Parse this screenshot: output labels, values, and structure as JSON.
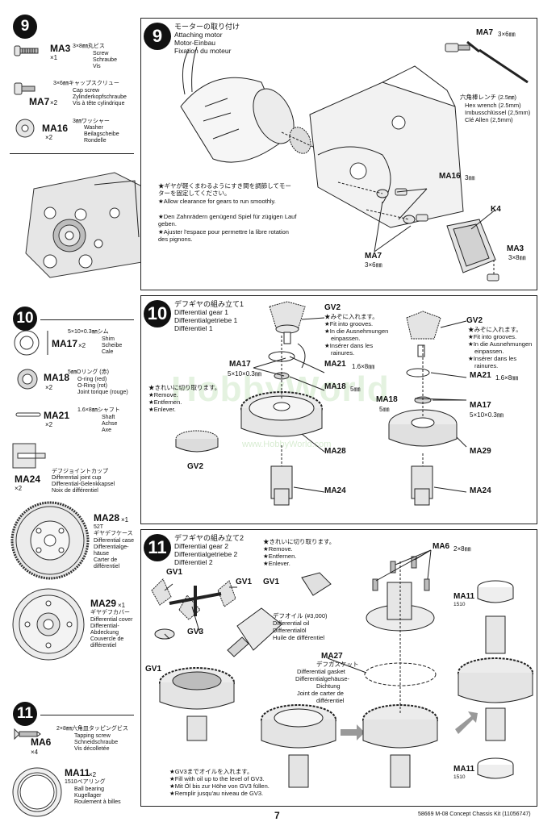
{
  "sidebar": {
    "step9": {
      "number": "9",
      "parts": [
        {
          "code": "MA3",
          "qty": "×1",
          "size": "3×8㎜丸ビス",
          "names": [
            "Screw",
            "Schraube",
            "Vis"
          ]
        },
        {
          "code": "MA7",
          "qty": "×2",
          "size": "3×6㎜キャップスクリュー",
          "names": [
            "Cap screw",
            "Zylinderkopfschraube",
            "Vis à tête cylindrique"
          ]
        },
        {
          "code": "MA16",
          "qty": "×2",
          "size": "3㎜ワッシャー",
          "names": [
            "Washer",
            "Beilagscheibe",
            "Rondelle"
          ]
        }
      ]
    },
    "step10": {
      "number": "10",
      "parts": [
        {
          "code": "MA17",
          "qty": "×2",
          "size": "5×10×0.3㎜シム",
          "names": [
            "Shim",
            "Scheibe",
            "Cale"
          ]
        },
        {
          "code": "MA18",
          "qty": "×2",
          "size": "5㎜Oリング (赤)",
          "names": [
            "O-ring (red)",
            "O-Ring (rot)",
            "Joint torique (rouge)"
          ]
        },
        {
          "code": "MA21",
          "qty": "×2",
          "size": "1.6×8㎜シャフト",
          "names": [
            "Shaft",
            "Achse",
            "Axe"
          ]
        },
        {
          "code": "MA24",
          "qty": "×2",
          "size": "デフジョイントカップ",
          "names": [
            "Differential joint cup",
            "Differential-Gelenkkapsel",
            "Noix de différentiel"
          ]
        },
        {
          "code": "MA28",
          "qty": "×1",
          "size": "52T",
          "size2": "ギヤデフケース",
          "names": [
            "Differential case",
            "Differentialge-",
            "häuse",
            "Carter de",
            "différentiel"
          ]
        },
        {
          "code": "MA29",
          "qty": "×1",
          "size": "ギヤデフカバー",
          "names": [
            "Differential cover",
            "Differential-",
            "Abdeckung",
            "Couvercle de",
            "différentiel"
          ]
        }
      ]
    },
    "step11": {
      "number": "11",
      "parts": [
        {
          "code": "MA6",
          "qty": "×4",
          "size": "2×8㎜六角皿タッピングビス",
          "names": [
            "Tapping screw",
            "Schneidschraube",
            "Vis décolletée"
          ]
        },
        {
          "code": "MA11",
          "qty": "×2",
          "size": "1510ベアリング",
          "names": [
            "Ball bearing",
            "Kugellager",
            "Roulement à billes"
          ]
        }
      ]
    }
  },
  "step9_main": {
    "number": "9",
    "title_jp": "モーターの取り付け",
    "titles": [
      "Attaching motor",
      "Motor-Einbau",
      "Fixation du moteur"
    ],
    "notes": [
      "★ギヤが軽くまわるようにすき間を調節してモーターを固定してください。",
      "★Allow clearance for gears to run smoothly.",
      "★Den Zahnrädern genügend Spiel für zügigen Lauf geben.",
      "★Ajuster l'espace pour permettre la libre rotation des pignons."
    ],
    "hex_wrench": [
      "六角棒レンチ (2.5㎜)",
      "Hex wrench (2.5mm)",
      "Imbusschlüssel (2,5mm)",
      "Clé Allen (2,5mm)"
    ],
    "labels": {
      "ma7_top": "MA7",
      "ma7_top_size": "3×6㎜",
      "ma16": "MA16",
      "ma16_size": "3㎜",
      "k4": "K4",
      "ma3": "MA3",
      "ma3_size": "3×8㎜",
      "ma7_bottom": "MA7",
      "ma7_bottom_size": "3×6㎜"
    }
  },
  "step10_main": {
    "number": "10",
    "title_jp": "デフギヤの組み立て1",
    "titles": [
      "Differential gear 1",
      "Differentialgetriebe 1",
      "Différentiel 1"
    ],
    "gv2_note": [
      "★みぞに入れます。",
      "★Fit into grooves.",
      "★In die Ausnehmungen",
      "einpassen.",
      "★Insérer dans les",
      "rainures."
    ],
    "remove_note": [
      "★きれいに切り取ります。",
      "★Remove.",
      "★Entfernen.",
      "★Enlever."
    ],
    "labels": {
      "gv2_left": "GV2",
      "gv2_top": "GV2",
      "gv2_right": "GV2",
      "ma17": "MA17",
      "ma17_size": "5×10×0.3㎜",
      "ma21": "MA21",
      "ma21_size": "1.6×8㎜",
      "ma18": "MA18",
      "ma18_size": "5㎜",
      "ma28": "MA28",
      "ma24_left": "MA24",
      "ma21_right": "MA21",
      "ma21_right_size": "1.6×8㎜",
      "ma18_right": "MA18",
      "ma18_right_size": "5㎜",
      "ma17_right": "MA17",
      "ma17_right_size": "5×10×0.3㎜",
      "ma29": "MA29",
      "ma24_right": "MA24"
    }
  },
  "step11_main": {
    "number": "11",
    "title_jp": "デフギヤの組み立て2",
    "titles": [
      "Differential gear 2",
      "Differentialgetriebe 2",
      "Différentiel 2"
    ],
    "remove_note": [
      "★きれいに切り取ります。",
      "★Remove.",
      "★Entfernen.",
      "★Enlever."
    ],
    "oil_note": [
      "デフオイル (#3,000)",
      "Differential oil",
      "Differentialöl",
      "Huile de différentiel"
    ],
    "gasket": [
      "MA27",
      "デフガスケット",
      "Differential gasket",
      "Differentialgehäuse-",
      "Dichtung",
      "Joint de carter de",
      "différentiel"
    ],
    "gv3_note": [
      "★GV3までオイルを入れます。",
      "★Fill with oil up to the level of GV3.",
      "★Mit Öl bis zur Höhe von GV3 füllen.",
      "★Remplir jusqu'au niveau de GV3."
    ],
    "labels": {
      "gv1_a": "GV1",
      "gv1_b": "GV1",
      "gv1_c": "GV1",
      "gv1_d": "GV1",
      "gv3": "GV3",
      "ma6": "MA6",
      "ma6_size": "2×8㎜",
      "ma11_top": "MA11",
      "ma11_top_size": "1510",
      "ma11_bottom": "MA11",
      "ma11_bottom_size": "1510"
    }
  },
  "footer": {
    "page": "7",
    "kit": "58669 M-08 Concept Chassis Kit (11056747)"
  },
  "watermark": {
    "text": "HobbyWorld",
    "url": "www.HobbyWorld.com"
  }
}
